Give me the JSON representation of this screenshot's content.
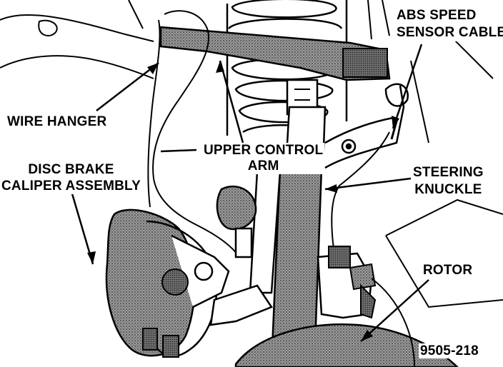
{
  "labels": {
    "abs_sensor_line1": "ABS SPEED",
    "abs_sensor_line2": "SENSOR CABLE",
    "wire_hanger": "WIRE HANGER",
    "upper_control_line1": "UPPER CONTROL",
    "upper_control_line2": "ARM",
    "caliper_line1": "DISC BRAKE",
    "caliper_line2": "CALIPER ASSEMBLY",
    "steering_line1": "STEERING",
    "steering_line2": "KNUCKLE",
    "rotor": "ROTOR",
    "figure_number": "9505-218"
  },
  "colors": {
    "ink": "#000000",
    "shade": "#7a7a7a",
    "paper": "#ffffff"
  }
}
